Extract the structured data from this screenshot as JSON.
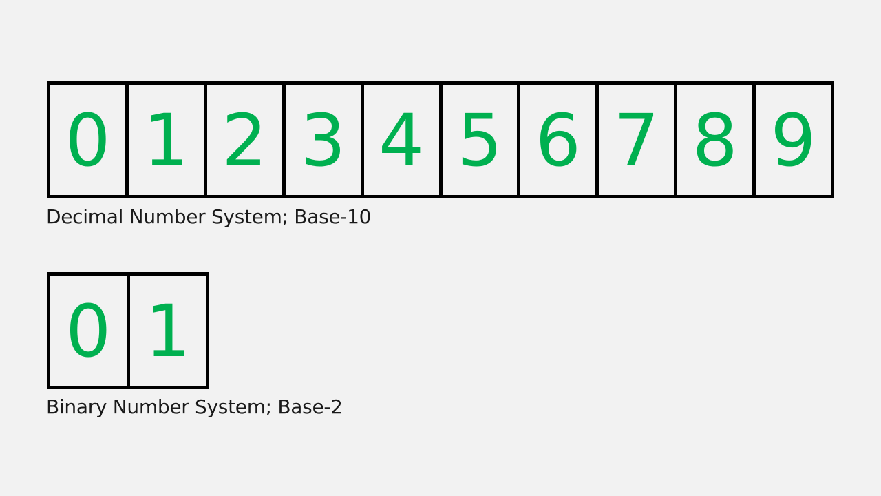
{
  "colors": {
    "background": "#f2f2f2",
    "digit": "#00b050",
    "border": "#000000",
    "caption": "#1a1a1a"
  },
  "decimal": {
    "digits": [
      "0",
      "1",
      "2",
      "3",
      "4",
      "5",
      "6",
      "7",
      "8",
      "9"
    ],
    "caption": "Decimal Number System; Base-10"
  },
  "binary": {
    "digits": [
      "0",
      "1"
    ],
    "caption": "Binary Number System; Base-2"
  }
}
